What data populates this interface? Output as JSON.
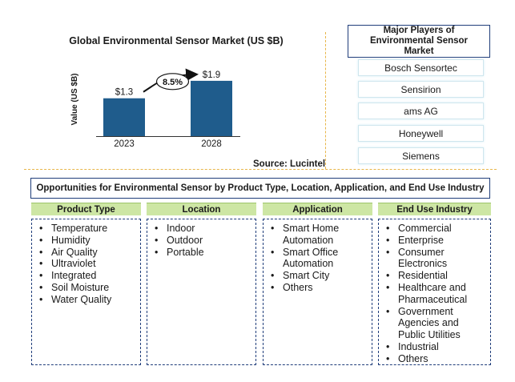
{
  "chart_data": {
    "type": "bar",
    "title": "Global Environmental Sensor Market (US $B)",
    "ylabel": "Value (US $B)",
    "categories": [
      "2023",
      "2028"
    ],
    "values": [
      1.3,
      1.9
    ],
    "value_labels": [
      "$1.3",
      "$1.9"
    ],
    "cagr_label": "8.5%",
    "ylim": [
      0,
      2.2
    ],
    "bar_color": "#1f5c8c",
    "source": "Source: Lucintel"
  },
  "major_players": {
    "title": "Major Players of Environmental Sensor Market",
    "items": [
      "Bosch Sensortec",
      "Sensirion",
      "ams AG",
      "Honeywell",
      "Siemens"
    ]
  },
  "opportunities": {
    "title": "Opportunities for Environmental Sensor by Product Type, Location, Application, and End Use Industry",
    "columns": [
      {
        "header": "Product Type",
        "items": [
          "Temperature",
          "Humidity",
          "Air Quality",
          "Ultraviolet",
          "Integrated",
          "Soil Moisture",
          "Water Quality"
        ]
      },
      {
        "header": "Location",
        "items": [
          "Indoor",
          "Outdoor",
          "Portable"
        ]
      },
      {
        "header": "Application",
        "items": [
          "Smart Home Automation",
          "Smart Office Automation",
          "Smart City",
          "Others"
        ]
      },
      {
        "header": "End Use Industry",
        "items": [
          "Commercial",
          "Enterprise",
          "Consumer Electronics",
          "Residential",
          "Healthcare and Pharmaceutical",
          "Government Agencies and Public Utilities",
          "Industrial",
          "Others"
        ]
      }
    ]
  }
}
